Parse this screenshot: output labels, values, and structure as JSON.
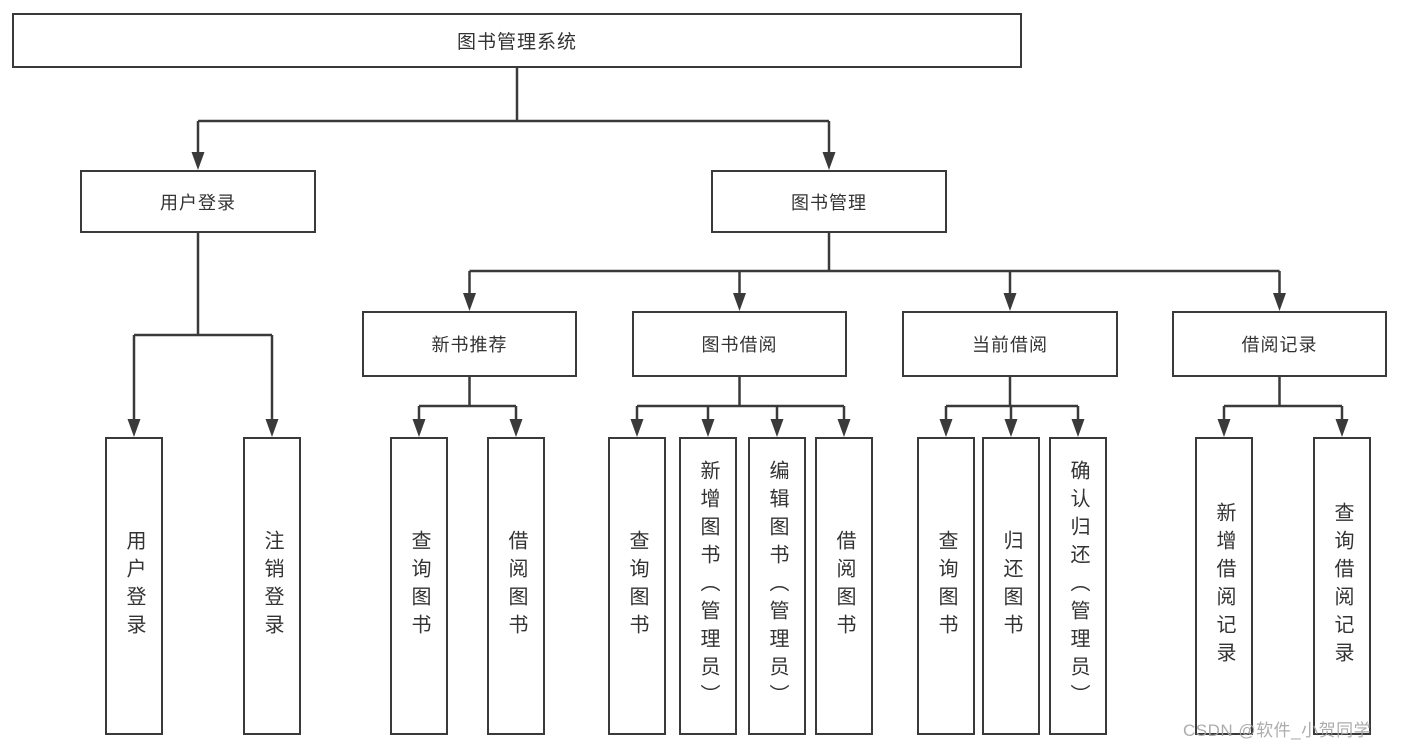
{
  "tree": {
    "root": {
      "label": "图书管理系统"
    },
    "children": [
      {
        "label": "用户登录",
        "children": [
          {
            "label": "用户登录"
          },
          {
            "label": "注销登录"
          }
        ]
      },
      {
        "label": "图书管理",
        "children": [
          {
            "label": "新书推荐",
            "children": [
              {
                "label": "查询图书"
              },
              {
                "label": "借阅图书"
              }
            ]
          },
          {
            "label": "图书借阅",
            "children": [
              {
                "label": "查询图书"
              },
              {
                "label": "新增图书（管理员）"
              },
              {
                "label": "编辑图书（管理员）"
              },
              {
                "label": "借阅图书"
              }
            ]
          },
          {
            "label": "当前借阅",
            "children": [
              {
                "label": "查询图书"
              },
              {
                "label": "归还图书"
              },
              {
                "label": "确认归还（管理员）"
              }
            ]
          },
          {
            "label": "借阅记录",
            "children": [
              {
                "label": "新增借阅记录"
              },
              {
                "label": "查询借阅记录"
              }
            ]
          }
        ]
      }
    ]
  },
  "watermark": {
    "text": "CSDN @软件_小贺同学"
  },
  "colors": {
    "line": "#3a3a3a",
    "box_border": "#3a3a3a",
    "text": "#333333",
    "watermark": "#a5a5a5",
    "background": "#ffffff"
  }
}
